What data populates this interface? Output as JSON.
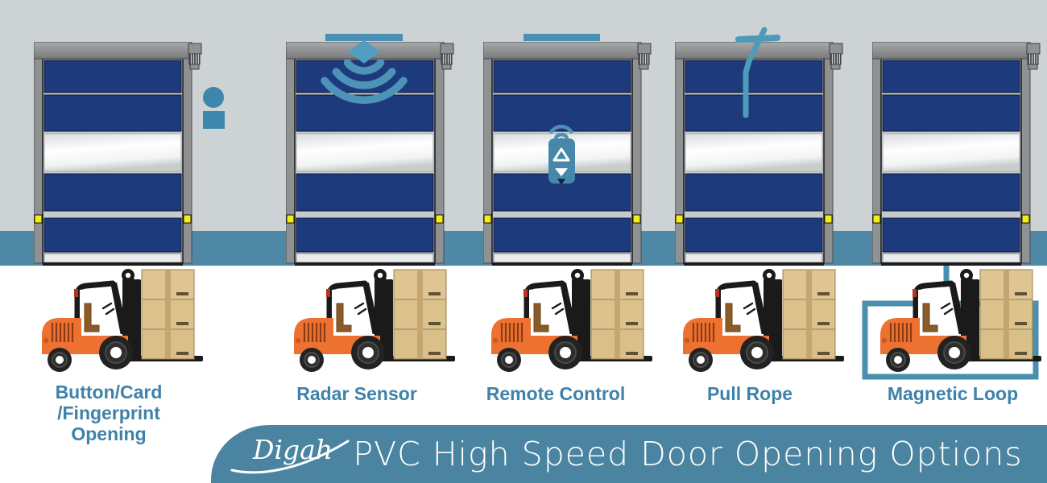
{
  "banner": {
    "logo": "Digah",
    "title": "PVC High Speed Door Opening Options",
    "bg_color": "#4A84A1",
    "text_color": "#FFFFFF"
  },
  "stations": [
    {
      "icon": "button-card-icon",
      "label_lines": [
        "Button/Card",
        "/Fingerprint",
        "Opening"
      ]
    },
    {
      "icon": "radar-sensor-icon",
      "label_lines": [
        "Radar Sensor"
      ]
    },
    {
      "icon": "remote-control-icon",
      "label_lines": [
        "Remote Control"
      ]
    },
    {
      "icon": "pull-rope-icon",
      "label_lines": [
        "Pull Rope"
      ]
    },
    {
      "icon": "magnetic-loop-icon",
      "label_lines": [
        "Magnetic Loop"
      ]
    }
  ],
  "colors": {
    "wall": "#CDD2D5",
    "floor_stripe": "#4E88A4",
    "door_panel_blue": "#1C3A7C",
    "door_frame_gray": "#8F9193",
    "accent_teal": "#4A8FB4",
    "label_teal": "#3E82A9",
    "safety_sensor_yellow": "#F5EE12",
    "forklift_orange": "#ED7131",
    "box_tan": "#DFC591"
  }
}
